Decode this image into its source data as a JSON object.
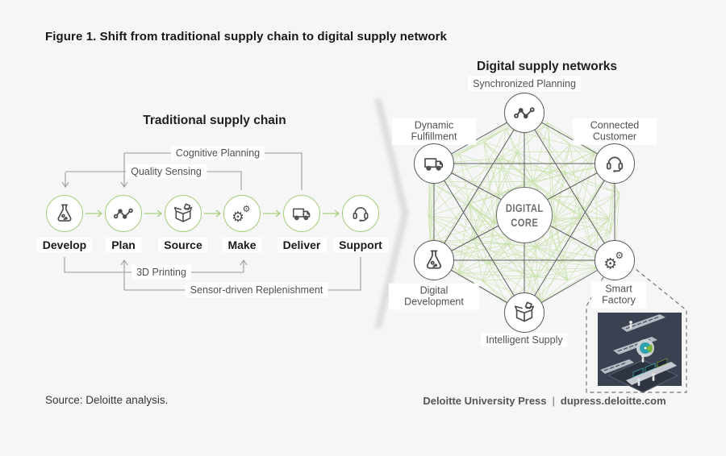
{
  "figure_title": "Figure 1. Shift from traditional supply chain to digital supply network",
  "source_note": "Source: Deloitte analysis.",
  "footer": {
    "publisher": "Deloitte University Press",
    "divider": "|",
    "site": "dupress.deloitte.com"
  },
  "traditional": {
    "heading": "Traditional supply chain",
    "stages": [
      {
        "label": "Develop",
        "icon": "flask-icon"
      },
      {
        "label": "Plan",
        "icon": "chart-icon"
      },
      {
        "label": "Source",
        "icon": "box-icon"
      },
      {
        "label": "Make",
        "icon": "gears-icon"
      },
      {
        "label": "Deliver",
        "icon": "truck-icon"
      },
      {
        "label": "Support",
        "icon": "headset-icon"
      }
    ],
    "annotations": {
      "cognitive_planning": "Cognitive Planning",
      "quality_sensing": "Quality Sensing",
      "printing_3d": "3D Printing",
      "sensor_replenishment": "Sensor-driven Replenishment"
    }
  },
  "digital": {
    "heading": "Digital supply networks",
    "core": {
      "line1": "DIGITAL",
      "line2": "CORE"
    },
    "nodes": [
      {
        "label": "Synchronized Planning",
        "icon": "chart-icon"
      },
      {
        "label": "Connected Customer",
        "icon": "headset-icon"
      },
      {
        "label": "Smart Factory",
        "icon": "gears-icon"
      },
      {
        "label": "Intelligent Supply",
        "icon": "box-icon"
      },
      {
        "label": "Digital Development",
        "icon": "flask-icon"
      },
      {
        "label": "Dynamic Fulfillment",
        "icon": "truck-icon"
      }
    ]
  },
  "colors": {
    "accent_green": "#a6ce7c",
    "mesh_green": "#cbe3b0",
    "line_gray": "#9b9b9b",
    "edge_gray": "#606164",
    "dash_gray": "#737476",
    "panel_bg": "#f6f6f7",
    "illustration_bg": "#3a4150"
  }
}
